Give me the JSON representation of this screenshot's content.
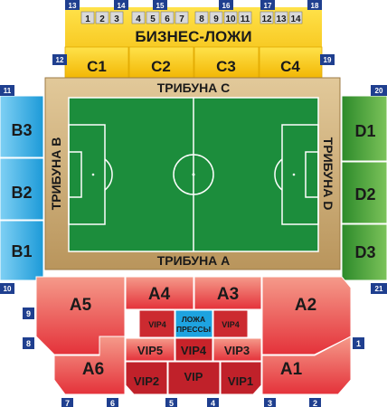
{
  "business": {
    "title": "БИЗНЕС-ЛОЖИ",
    "boxes": [
      "1",
      "2",
      "3",
      "4",
      "5",
      "6",
      "7",
      "8",
      "9",
      "10",
      "11",
      "12",
      "13",
      "14"
    ],
    "sectors": [
      "C1",
      "C2",
      "C3",
      "C4"
    ]
  },
  "stands": {
    "c": "ТРИБУНА C",
    "a": "ТРИБУНА A",
    "b": "ТРИБУНА B",
    "d": "ТРИБУНА D"
  },
  "west": [
    "B3",
    "B2",
    "B1"
  ],
  "east": [
    "D1",
    "D2",
    "D3"
  ],
  "south": {
    "a5": "A5",
    "a4": "A4",
    "a3": "A3",
    "a2": "A2",
    "a6": "A6",
    "a1": "A1",
    "vip4_left": "VIP4",
    "vip4_right": "VIP4",
    "press_line1": "ЛОЖА",
    "press_line2": "ПРЕССЫ",
    "vip5": "VIP5",
    "vip4_center": "VIP4",
    "vip3": "VIP3",
    "vip2": "VIP2",
    "vip": "VIP",
    "vip1": "VIP1"
  },
  "gates": {
    "g1": "1",
    "g2": "2",
    "g3": "3",
    "g4": "4",
    "g5": "5",
    "g6": "6",
    "g7": "7",
    "g8": "8",
    "g9": "9",
    "g10": "10",
    "g11": "11",
    "g12": "12",
    "g13": "13",
    "g14": "14",
    "g15": "15",
    "g16": "16",
    "g17": "17",
    "g18": "18",
    "g19": "19",
    "g20": "20",
    "g21": "21"
  },
  "colors": {
    "business_yellow": "#f5c518",
    "west_blue": "#2aa4dd",
    "east_green": "#3b9a32",
    "south_red": "#e8323a",
    "vip_dark_red": "#b81c22",
    "press_box_blue": "#1ea3e0",
    "gate_blue": "#1f3f8f",
    "field_green": "#1a8a3a",
    "stand_tan": "#c8a874"
  }
}
